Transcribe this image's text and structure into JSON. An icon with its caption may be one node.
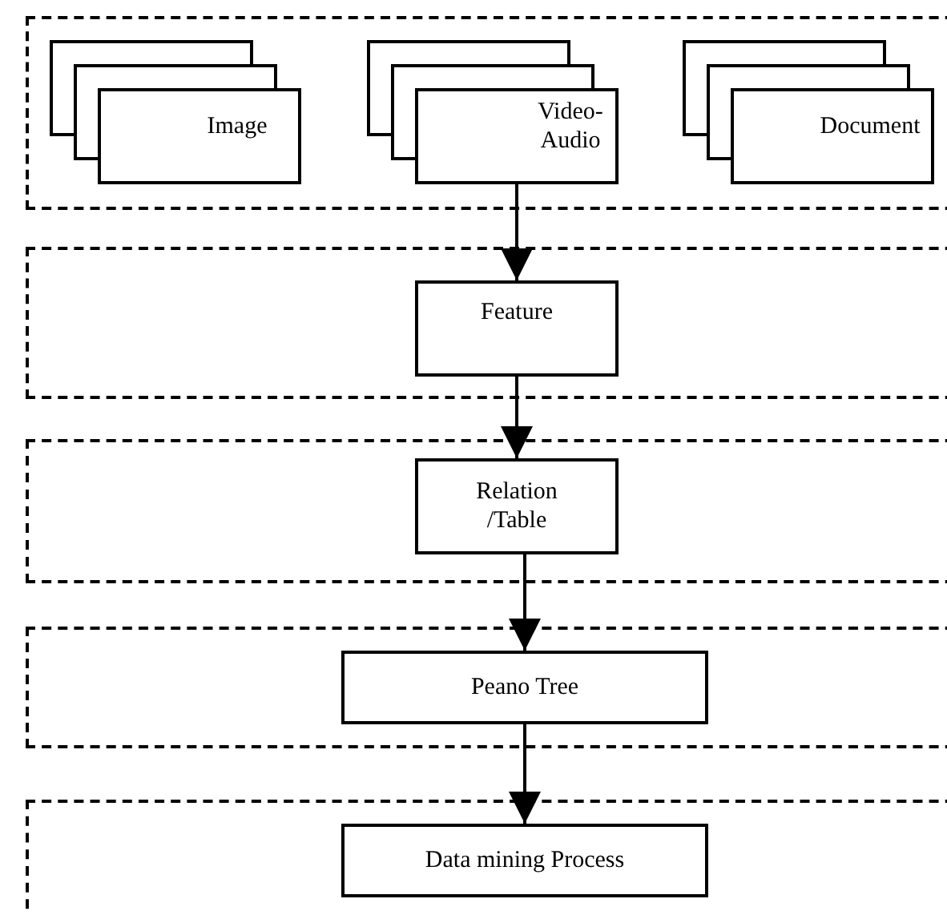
{
  "diagram": {
    "nodes": [
      {
        "text": [],
        "shape": "band"
      },
      {
        "text": [
          "Image"
        ],
        "in": 0
      },
      {
        "text": [
          "Video- Audio"
        ],
        "in": 0
      },
      {
        "text": [
          "Document"
        ],
        "in": 0
      },
      {
        "text": [],
        "shape": "band"
      },
      {
        "text": [
          "Feature"
        ],
        "in": 4
      },
      {
        "text": [],
        "shape": "band"
      },
      {
        "text": [
          "Relation /Table"
        ],
        "in": 6
      },
      {
        "text": [],
        "shape": "band"
      },
      {
        "text": [
          "Peano Tree"
        ],
        "in": 8
      },
      {
        "text": [],
        "shape": "band"
      },
      {
        "text": [
          "Data mining Process"
        ],
        "in": 10
      }
    ],
    "edges": [
      {
        "from": 2,
        "to": 5,
        "arrow": "to"
      },
      {
        "from": 5,
        "to": 7,
        "arrow": "to"
      },
      {
        "from": 7,
        "to": 9,
        "arrow": "to"
      },
      {
        "from": 9,
        "to": 11,
        "arrow": "to"
      }
    ]
  }
}
